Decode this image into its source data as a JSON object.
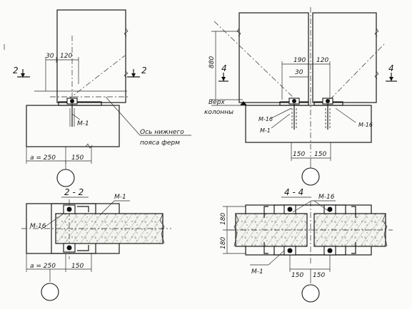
{
  "labels": {
    "top_left": {
      "dim_30": "30",
      "dim_120": "120",
      "section_mark": "2",
      "bolt_label": "M-1",
      "axis_label_line1": "Ось нижнего",
      "axis_label_line2": "пояса ферм",
      "dim_a250": "a = 250",
      "dim_150": "150"
    },
    "top_right": {
      "dim_880": "880",
      "dim_190": "190",
      "dim_120": "120",
      "dim_30": "30",
      "section_mark": "4",
      "top_label_line1": "Верх",
      "top_label_line2": "колонны",
      "bolt_m16_left": "М-16",
      "bolt_m1": "М-1",
      "bolt_m16_right": "М-16",
      "dim_150_left": "150",
      "dim_150_right": "150"
    },
    "bottom_left": {
      "section_title": "2 - 2",
      "bolt_m1": "М-1",
      "bolt_m16": "М-16",
      "dim_a250": "a = 250",
      "dim_150": "150"
    },
    "bottom_right": {
      "section_title": "4 - 4",
      "bolt_m16": "М-16",
      "dim_180_top": "180",
      "dim_180_bottom": "180",
      "bolt_m1": "М-1",
      "dim_150_left": "150",
      "dim_150_right": "150"
    }
  }
}
